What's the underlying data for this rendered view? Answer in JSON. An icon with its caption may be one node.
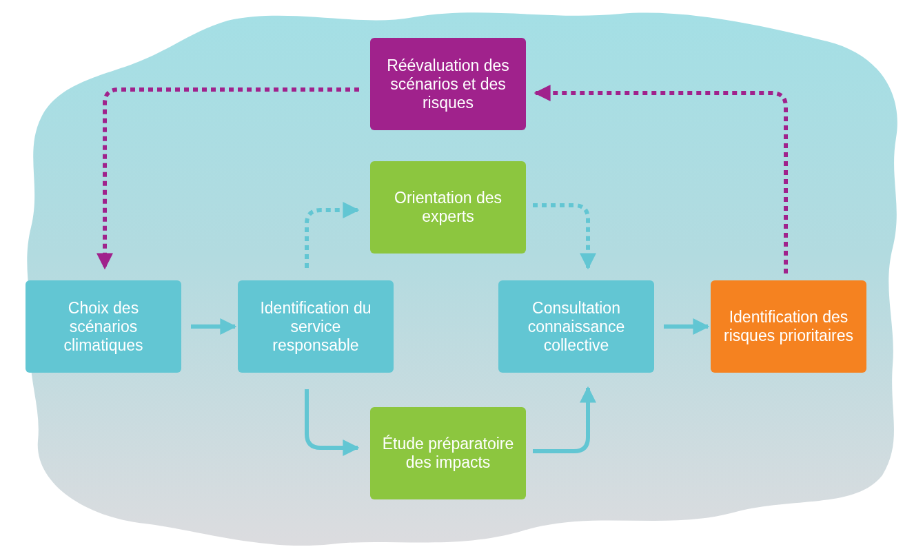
{
  "diagram": {
    "nodes": [
      {
        "text": [
          "Réévaluation des scénarios et des risques"
        ]
      },
      {
        "text": [
          "Orientation des experts"
        ]
      },
      {
        "text": [
          "Choix des scénarios climatiques"
        ]
      },
      {
        "text": [
          "Identification du service responsable"
        ]
      },
      {
        "text": [
          "Consultation connaissance collective"
        ]
      },
      {
        "text": [
          "Identification des risques prioritaires"
        ]
      },
      {
        "text": [
          "Étude préparatoire des impacts"
        ]
      }
    ],
    "edges": [
      {
        "from": 2,
        "to": 3,
        "arrow": "to"
      },
      {
        "from": 3,
        "to": 1,
        "arrow": "to",
        "style": "dashed"
      },
      {
        "from": 1,
        "to": 4,
        "arrow": "to",
        "style": "dashed"
      },
      {
        "from": 3,
        "to": 6,
        "arrow": "to"
      },
      {
        "from": 6,
        "to": 4,
        "arrow": "to"
      },
      {
        "from": 4,
        "to": 5,
        "arrow": "to"
      },
      {
        "from": 5,
        "to": 0,
        "arrow": "to",
        "style": "dashed",
        "color": "#a0228c"
      },
      {
        "from": 0,
        "to": 2,
        "arrow": "to",
        "style": "dashed",
        "color": "#a0228c"
      }
    ]
  }
}
